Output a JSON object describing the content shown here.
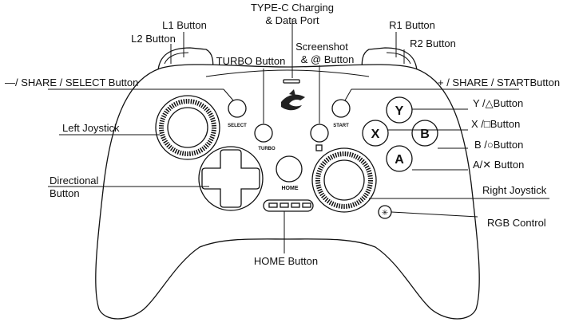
{
  "labels": {
    "type_c": [
      "TYPE-C Charging",
      "& Data Port"
    ],
    "l1": "L1 Button",
    "l2": "L2 Button",
    "r1": "R1 Button",
    "r2": "R2 Button",
    "screenshot": [
      "Screenshot",
      "& @ Button"
    ],
    "turbo": "TURBO Button",
    "minus_share_select": "—/ SHARE / SELECT Button",
    "plus_share_start": "+ / SHARE / STARTButton",
    "left_joystick": "Left Joystick",
    "y_button": "Y /△Button",
    "x_button": "X /□Button",
    "b_button": "B /○Button",
    "a_button": "A/✕ Button",
    "directional": [
      "Directional",
      "Button"
    ],
    "right_joystick": "Right Joystick",
    "rgb_control": "RGB Control",
    "home_button": "HOME Button"
  },
  "controller": {
    "select_text": "SELECT",
    "start_text": "START",
    "turbo_text": "TURBO",
    "home_text": "HOME",
    "face_y": "Y",
    "face_x": "X",
    "face_b": "B",
    "face_a": "A"
  }
}
